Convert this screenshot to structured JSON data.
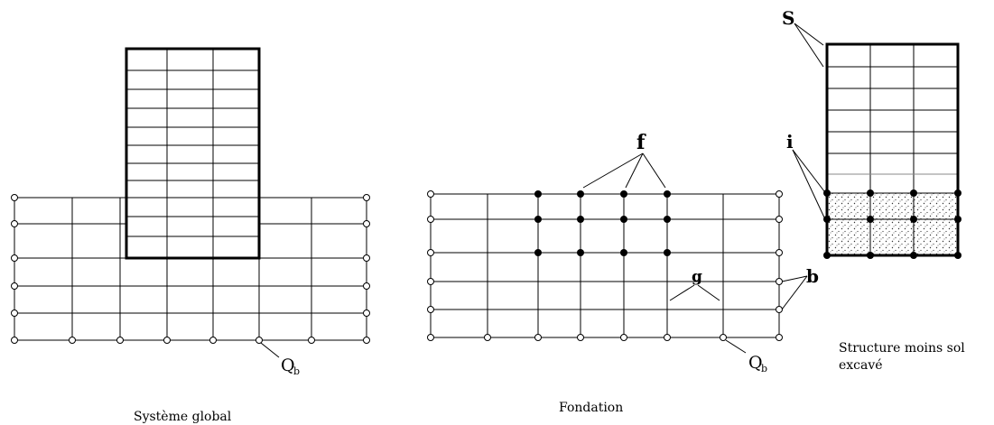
{
  "panels": {
    "global": {
      "caption": "Système global",
      "q_label": "Q",
      "q_sub": "b"
    },
    "foundation": {
      "caption": "Fondation",
      "f_label": "f",
      "g_label": "g",
      "q_label": "Q",
      "q_sub": "b"
    },
    "structure": {
      "caption_line1": "Structure moins sol",
      "caption_line2": "excavé",
      "s_label": "S",
      "i_label": "i",
      "b_label": "b"
    }
  }
}
